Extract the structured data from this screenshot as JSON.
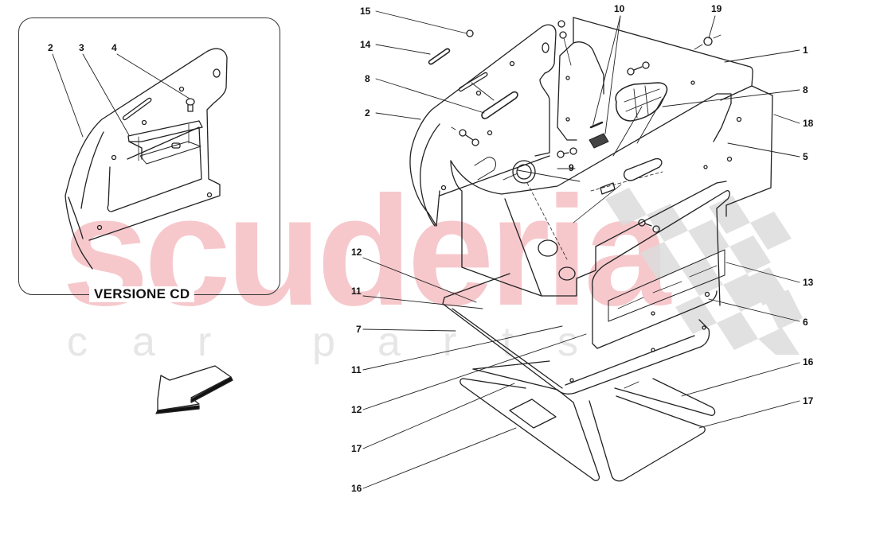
{
  "watermark": {
    "brand": "scuderia",
    "tagline_letters": [
      "c",
      "a",
      "r",
      "p",
      "a",
      "r",
      "t",
      "s"
    ],
    "brand_color": "#f6c8cc",
    "tagline_color": "#e6e6e6"
  },
  "inset": {
    "title": "VERSIONE CD",
    "callouts": [
      {
        "id": "inset-2",
        "label": "2"
      },
      {
        "id": "inset-3",
        "label": "3"
      },
      {
        "id": "inset-4",
        "label": "4"
      }
    ]
  },
  "callouts": [
    {
      "id": "c15",
      "label": "15"
    },
    {
      "id": "c14",
      "label": "14"
    },
    {
      "id": "c8a",
      "label": "8"
    },
    {
      "id": "c2",
      "label": "2"
    },
    {
      "id": "c10",
      "label": "10"
    },
    {
      "id": "c19",
      "label": "19"
    },
    {
      "id": "c1",
      "label": "1"
    },
    {
      "id": "c8b",
      "label": "8"
    },
    {
      "id": "c18",
      "label": "18"
    },
    {
      "id": "c5",
      "label": "5"
    },
    {
      "id": "c9",
      "label": "9"
    },
    {
      "id": "c12a",
      "label": "12"
    },
    {
      "id": "c11a",
      "label": "11"
    },
    {
      "id": "c7",
      "label": "7"
    },
    {
      "id": "c11b",
      "label": "11"
    },
    {
      "id": "c12b",
      "label": "12"
    },
    {
      "id": "c17a",
      "label": "17"
    },
    {
      "id": "c16a",
      "label": "16"
    },
    {
      "id": "c13",
      "label": "13"
    },
    {
      "id": "c6",
      "label": "6"
    },
    {
      "id": "c16b",
      "label": "16"
    },
    {
      "id": "c17b",
      "label": "17"
    }
  ],
  "orientation_arrow": {
    "icon": "direction-arrow-icon",
    "direction": "down-left"
  }
}
